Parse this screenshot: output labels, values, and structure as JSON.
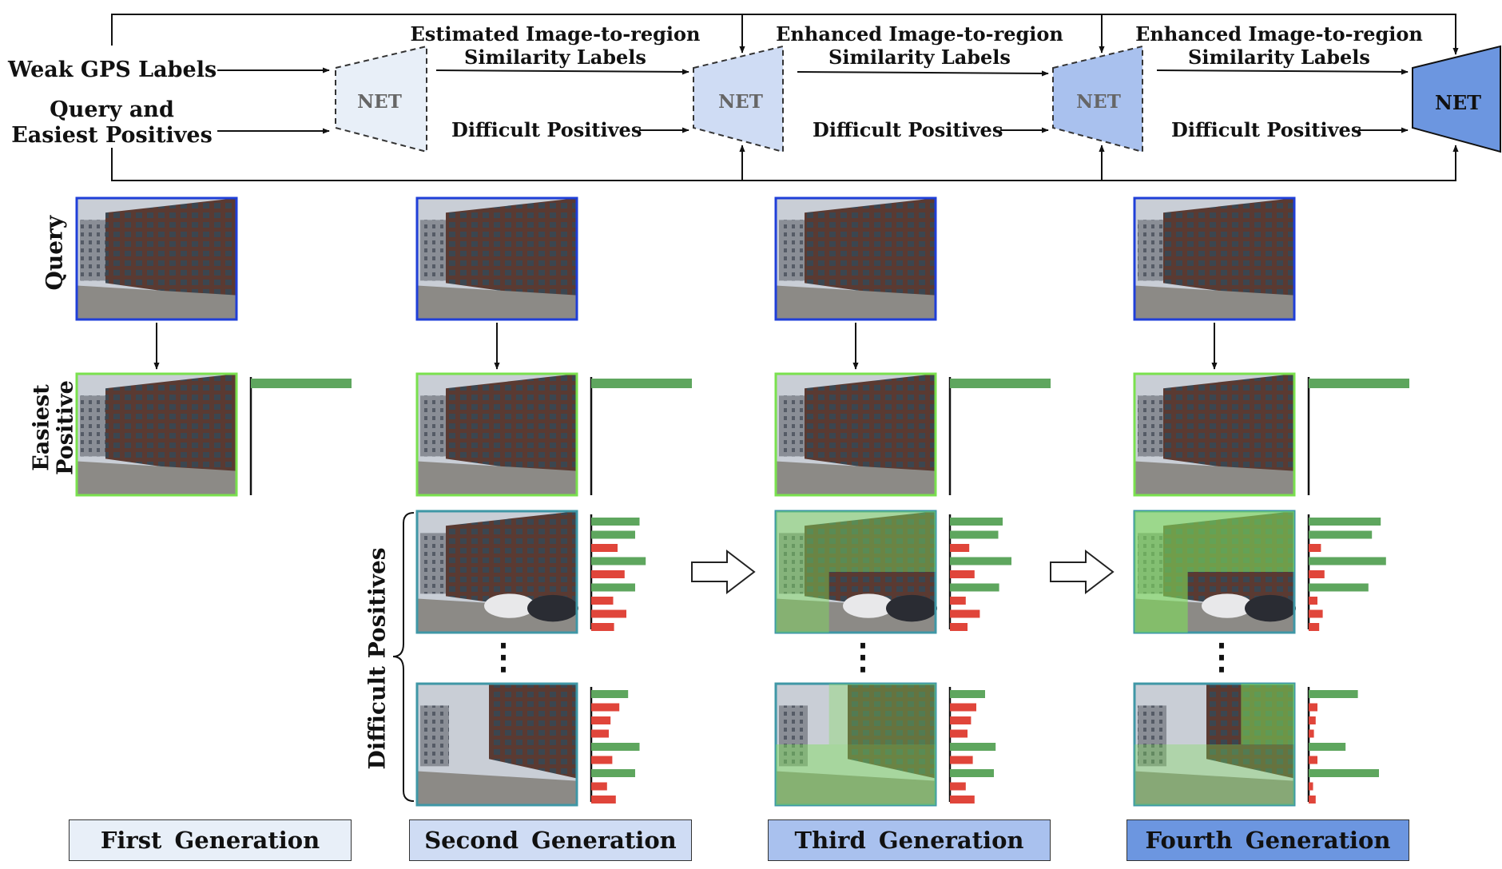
{
  "inputs": {
    "weak_gps": "Weak GPS Labels",
    "query_easiest_1": "Query and",
    "query_easiest_2": "Easiest Positives"
  },
  "stages": [
    {
      "net_label": "NET",
      "sim_line1": "Estimated Image-to-region",
      "sim_line2": "Similarity Labels",
      "difficult": "Difficult Positives"
    },
    {
      "net_label": "NET",
      "sim_line1": "Enhanced Image-to-region",
      "sim_line2": "Similarity Labels",
      "difficult": "Difficult Positives"
    },
    {
      "net_label": "NET",
      "sim_line1": "Enhanced Image-to-region",
      "sim_line2": "Similarity Labels",
      "difficult": "Difficult Positives"
    },
    {
      "net_label": "NET"
    }
  ],
  "row_labels": {
    "query": "Query",
    "easiest_1": "Easiest",
    "easiest_2": "Positive",
    "difficult": "Difficult Positives"
  },
  "ellipsis": "⋮",
  "generations": [
    "First  Generation",
    "Second  Generation",
    "Third  Generation",
    "Fourth  Generation"
  ],
  "colors": {
    "net_fill": [
      "#e8eff8",
      "#cfdcf4",
      "#a9c1ee",
      "#6c96e0"
    ],
    "query_border": "#1f3fd8",
    "easiest_border": "#7ae04e",
    "difficult_border": "#3f97a6",
    "bar_green": "#5ea65e",
    "bar_red": "#e0453a",
    "overlay_green": "#7ee05a"
  },
  "bars": {
    "easiest": [
      1.0
    ],
    "difficult_a": [
      {
        "gen": 2,
        "values": [
          0.55,
          0.5,
          0.3,
          0.62,
          0.38,
          0.5,
          0.25,
          0.4,
          0.26
        ],
        "colors": [
          "g",
          "g",
          "r",
          "g",
          "r",
          "g",
          "r",
          "r",
          "r"
        ]
      },
      {
        "gen": 3,
        "values": [
          0.6,
          0.55,
          0.22,
          0.7,
          0.28,
          0.56,
          0.18,
          0.34,
          0.2
        ],
        "colors": [
          "g",
          "g",
          "r",
          "g",
          "r",
          "g",
          "r",
          "r",
          "r"
        ]
      },
      {
        "gen": 4,
        "values": [
          0.82,
          0.72,
          0.14,
          0.88,
          0.18,
          0.68,
          0.1,
          0.16,
          0.12
        ],
        "colors": [
          "g",
          "g",
          "r",
          "g",
          "r",
          "g",
          "r",
          "r",
          "r"
        ]
      }
    ],
    "difficult_b": [
      {
        "gen": 2,
        "values": [
          0.42,
          0.32,
          0.22,
          0.2,
          0.55,
          0.24,
          0.5,
          0.18,
          0.28
        ],
        "colors": [
          "g",
          "r",
          "r",
          "r",
          "g",
          "r",
          "g",
          "r",
          "r"
        ]
      },
      {
        "gen": 3,
        "values": [
          0.4,
          0.3,
          0.24,
          0.2,
          0.52,
          0.26,
          0.5,
          0.18,
          0.28
        ],
        "colors": [
          "g",
          "r",
          "r",
          "r",
          "g",
          "r",
          "g",
          "r",
          "r"
        ]
      },
      {
        "gen": 4,
        "values": [
          0.56,
          0.1,
          0.08,
          0.06,
          0.42,
          0.1,
          0.8,
          0.05,
          0.08
        ],
        "colors": [
          "g",
          "r",
          "r",
          "r",
          "g",
          "r",
          "g",
          "r",
          "r"
        ]
      }
    ]
  }
}
